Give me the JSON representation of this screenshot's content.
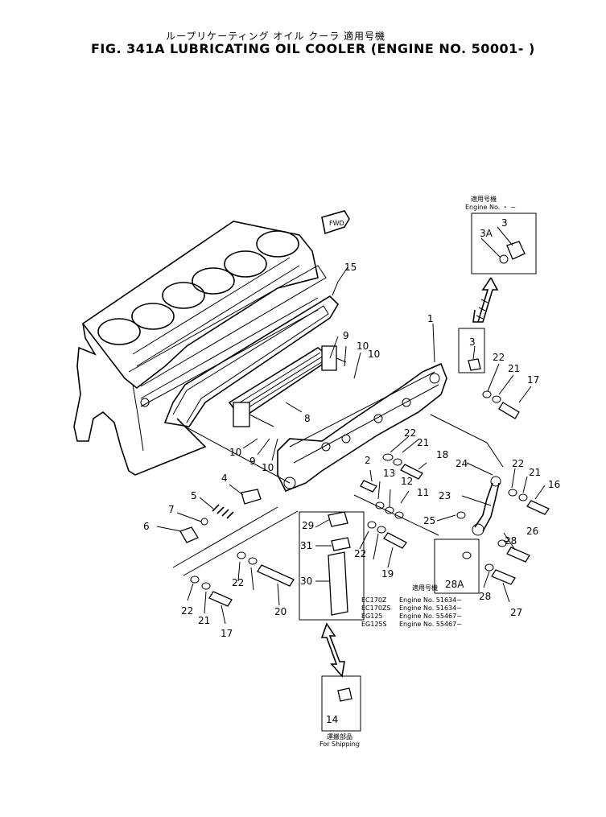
{
  "title": {
    "jp": "ループリケーティング オイル クーラ  適用号機",
    "en": "FIG. 341A  LUBRICATING OIL COOLER (ENGINE NO. 50001- )"
  },
  "fwd_label": "FWD",
  "callouts": [
    "1",
    "2",
    "3",
    "3A",
    "3",
    "4",
    "5",
    "6",
    "7",
    "8",
    "9",
    "10",
    "10",
    "9",
    "10",
    "10",
    "11",
    "12",
    "13",
    "14",
    "15",
    "16",
    "17",
    "17",
    "18",
    "19",
    "20",
    "21",
    "21",
    "21",
    "21",
    "22",
    "22",
    "22",
    "22",
    "22",
    "22",
    "23",
    "24",
    "25",
    "26",
    "27",
    "28",
    "28",
    "28A",
    "29",
    "30",
    "31"
  ],
  "applicability_top": {
    "jp": "適用号機",
    "line": "Engine No.      ・ ~"
  },
  "applicability_table": {
    "jp": "適用号機",
    "rows": [
      {
        "model": "EC170Z",
        "engine": "Engine No. 51634~"
      },
      {
        "model": "EC170ZS",
        "engine": "Engine No. 51634~"
      },
      {
        "model": "EG125",
        "engine": "Engine No. 55467~"
      },
      {
        "model": "EG125S",
        "engine": "Engine No. 55467~"
      }
    ]
  },
  "shipping_note": {
    "jp": "運搬部品",
    "en": "For Shipping"
  }
}
